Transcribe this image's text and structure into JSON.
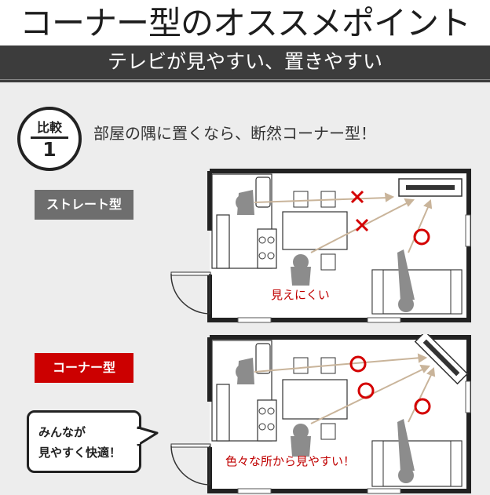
{
  "header": {
    "title": "コーナー型のオススメポイント",
    "subtitle": "テレビが見やすい、置きやすい"
  },
  "comparison": {
    "badge_label": "比較",
    "badge_number": "1",
    "headline": "部屋の隅に置くなら、断然コーナー型！"
  },
  "straight_layout": {
    "tag": "ストレート型",
    "note": "見えにくい"
  },
  "corner_layout": {
    "tag": "コーナー型",
    "note": "色々な所から見やすい！"
  },
  "speech_bubble": {
    "line1": "みんなが",
    "line2": "見やすく快適！"
  },
  "colors": {
    "accent_red": "#cc0000",
    "dark_band": "#3c3c3c",
    "tag_gray": "#6e6e6e",
    "sightline": "#c9b49a",
    "figure_gray": "#8c8c8c"
  }
}
